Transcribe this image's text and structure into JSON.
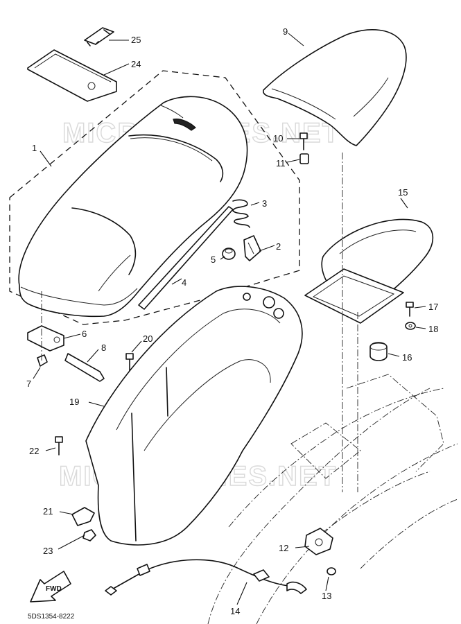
{
  "watermark": "MICROFICHES.NET",
  "figure_code": "5DS1354-8222",
  "direction_label": "FWD",
  "callouts": [
    "1",
    "2",
    "3",
    "4",
    "5",
    "6",
    "7",
    "8",
    "9",
    "10",
    "11",
    "12",
    "13",
    "14",
    "15",
    "16",
    "17",
    "18",
    "19",
    "20",
    "21",
    "22",
    "23",
    "24",
    "25"
  ]
}
